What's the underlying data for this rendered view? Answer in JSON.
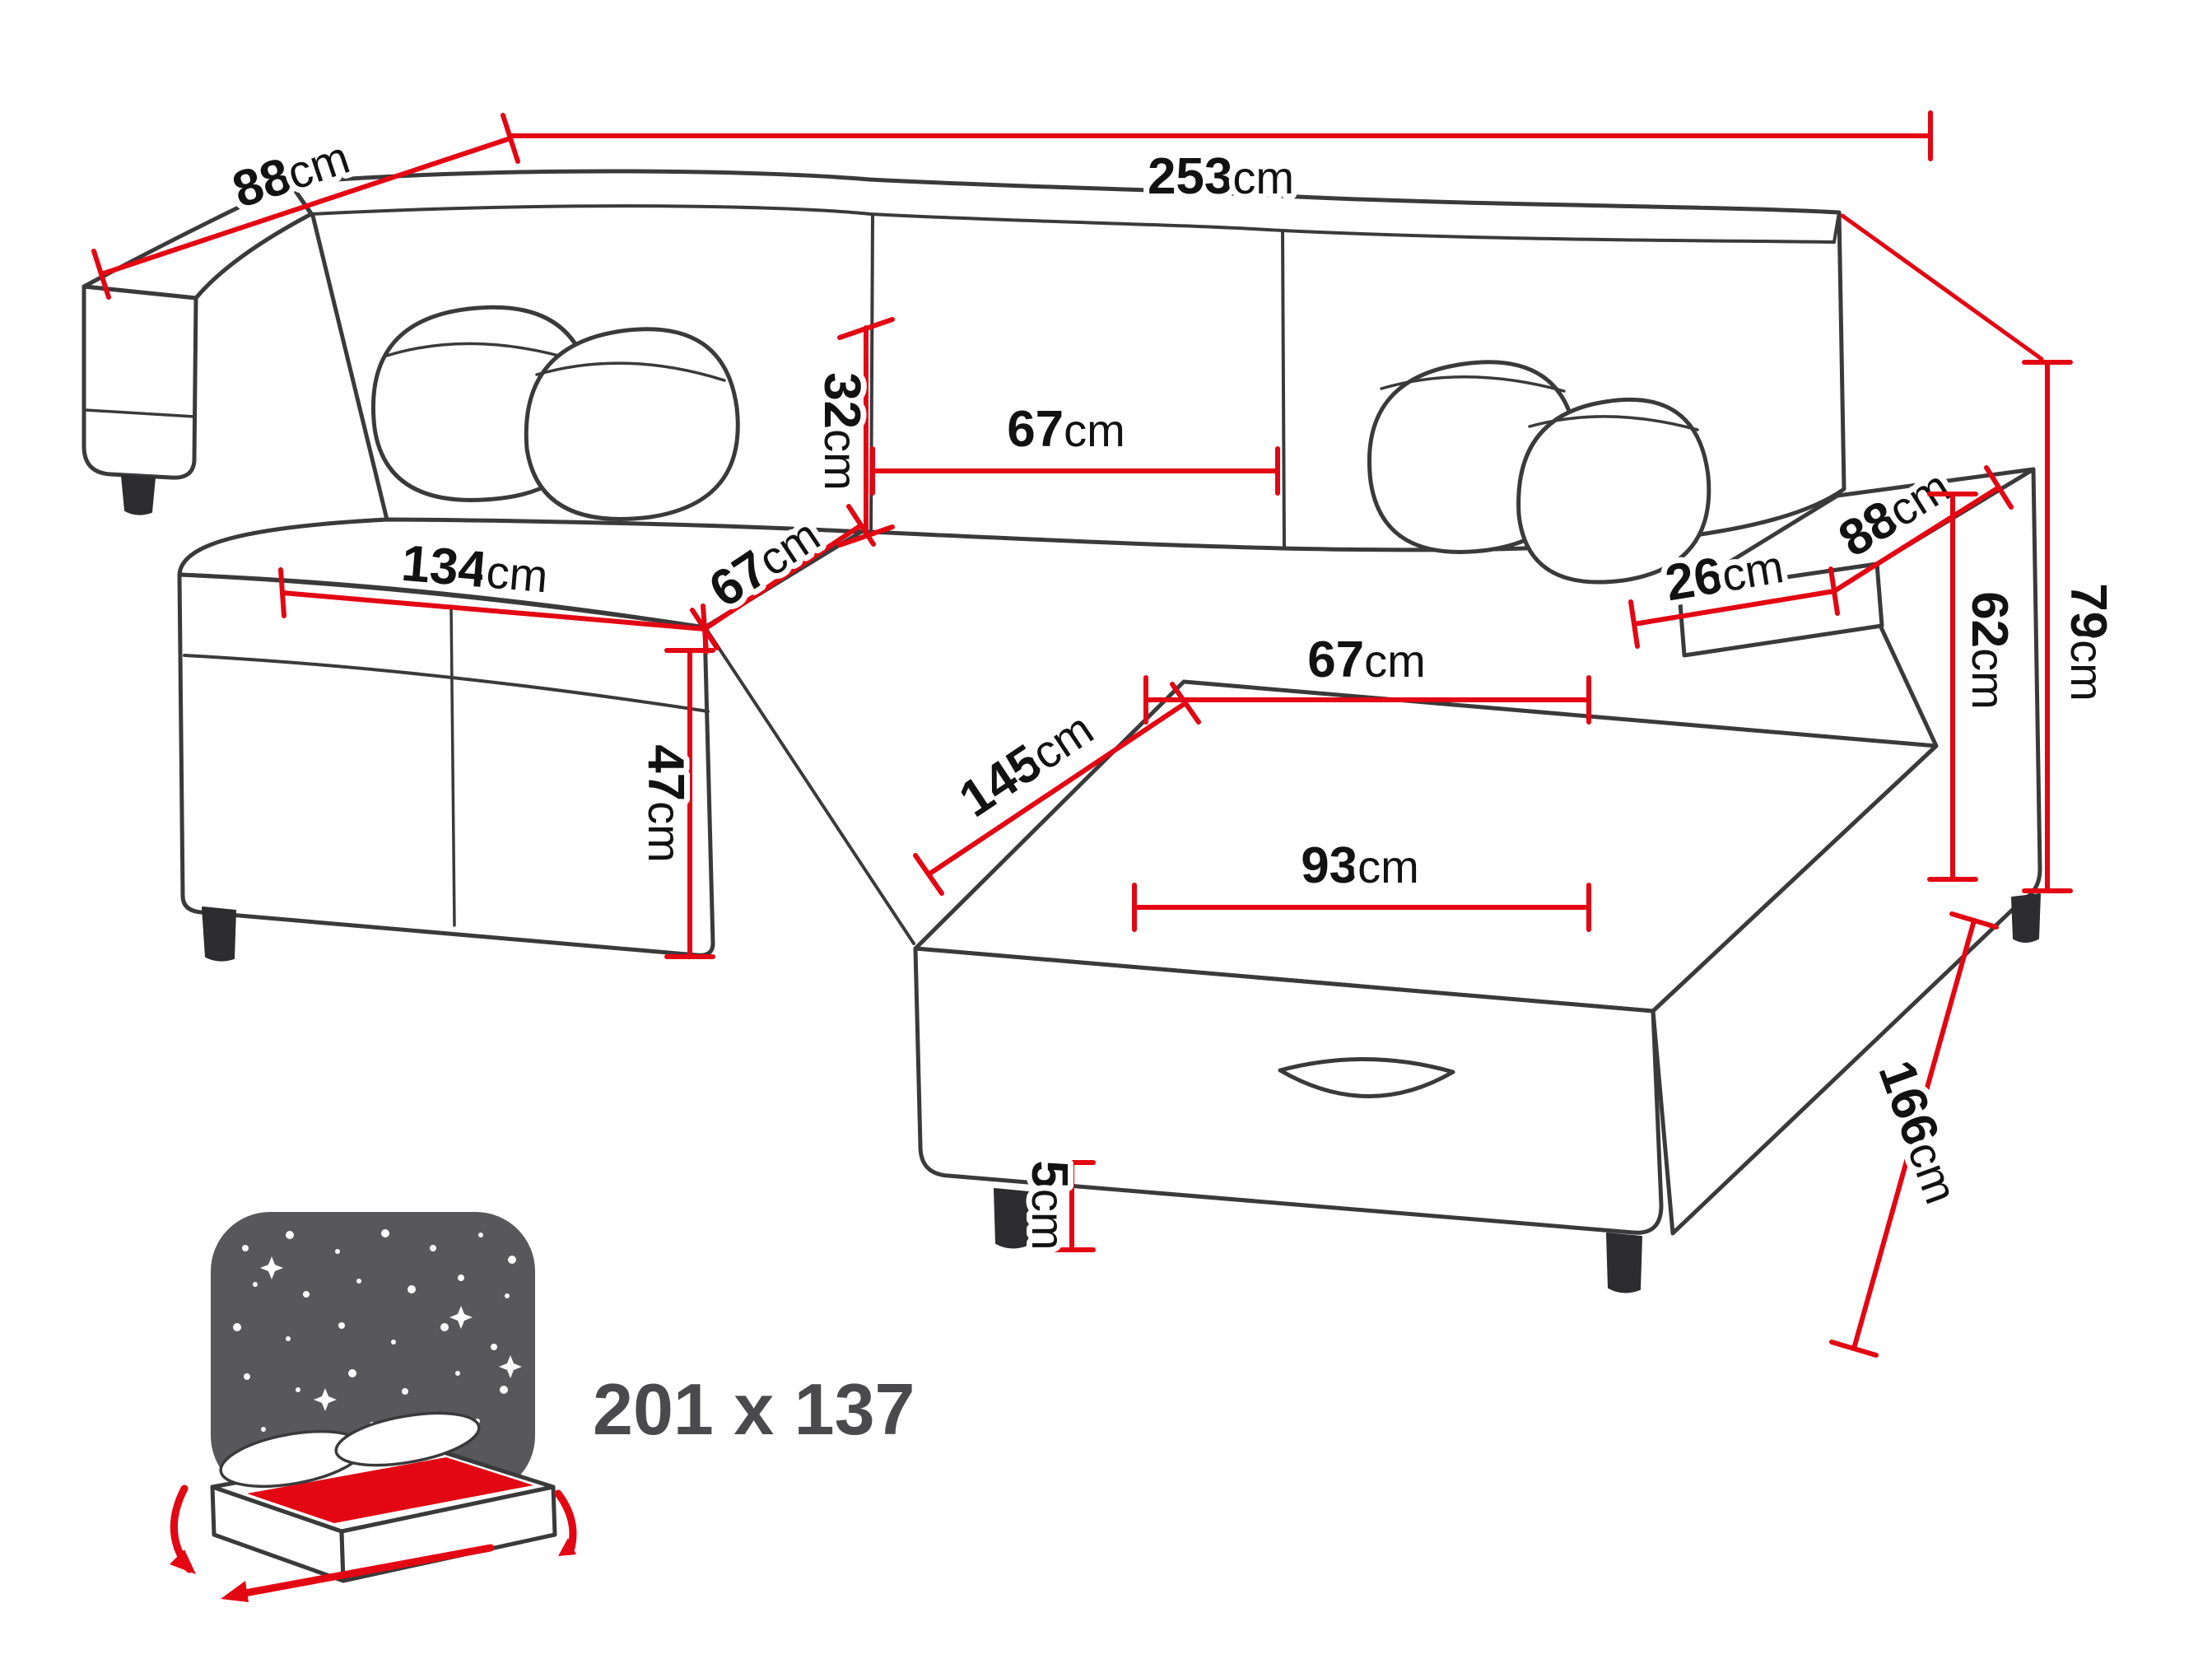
{
  "meta": {
    "description": "Corner sofa bed dimension diagram",
    "unit": "cm"
  },
  "colors": {
    "dimension_red": "#e30613",
    "outline": "#3a3a3a",
    "night_gray": "#58585a",
    "text_dark": "#4a4a4c",
    "background": "#ffffff"
  },
  "dimensions": {
    "total_width": {
      "value": "253",
      "unit": "cm"
    },
    "left_depth": {
      "value": "88",
      "unit": "cm"
    },
    "seat_width": {
      "value": "134",
      "unit": "cm"
    },
    "seat_depth": {
      "value": "67",
      "unit": "cm"
    },
    "backrest_height": {
      "value": "32",
      "unit": "cm"
    },
    "back_cushion_width": {
      "value": "67",
      "unit": "cm"
    },
    "seat_height": {
      "value": "47",
      "unit": "cm"
    },
    "chaise_width": {
      "value": "67",
      "unit": "cm"
    },
    "chaise_length": {
      "value": "145",
      "unit": "cm"
    },
    "chaise_front_width": {
      "value": "93",
      "unit": "cm"
    },
    "armrest_width": {
      "value": "26",
      "unit": "cm"
    },
    "right_depth": {
      "value": "88",
      "unit": "cm"
    },
    "armrest_height": {
      "value": "62",
      "unit": "cm"
    },
    "total_height": {
      "value": "79",
      "unit": "cm"
    },
    "side_depth": {
      "value": "166",
      "unit": "cm"
    },
    "leg_height": {
      "value": "5",
      "unit": "cm"
    }
  },
  "sleeping_area": {
    "size": "201 x 137"
  }
}
